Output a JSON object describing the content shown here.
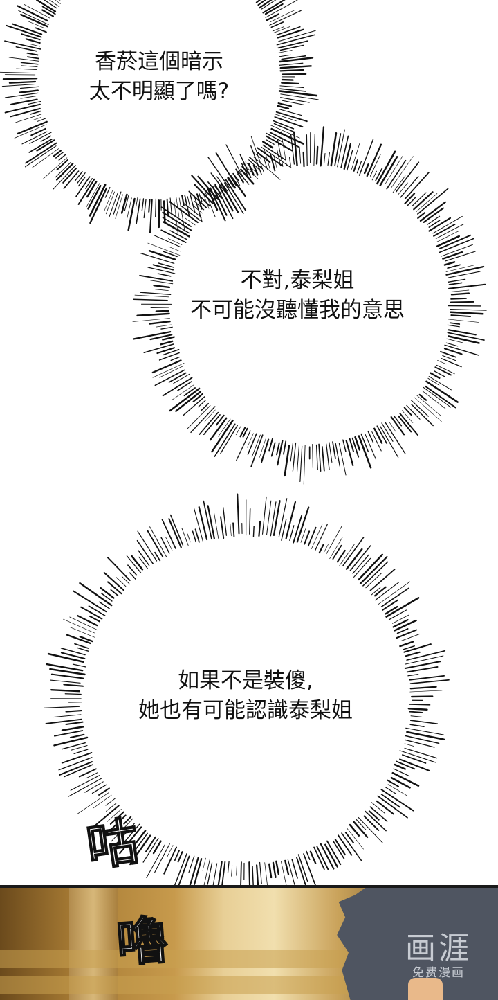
{
  "bubbles": [
    {
      "lines": [
        "香菸這個暗示",
        "太不明顯了嗎?"
      ]
    },
    {
      "lines": [
        "不對,泰梨姐",
        "不可能沒聽懂我的意思"
      ]
    },
    {
      "lines": [
        "如果不是裝傻,",
        "她也有可能認識泰梨姐"
      ]
    }
  ],
  "sound_effect": [
    "咕",
    "嚕"
  ],
  "watermark": {
    "logo": "画涯",
    "tagline": "免费漫画"
  },
  "colors": {
    "ink": "#111111",
    "panel_gold": "#c79a4c",
    "hair": "#4f5561"
  }
}
